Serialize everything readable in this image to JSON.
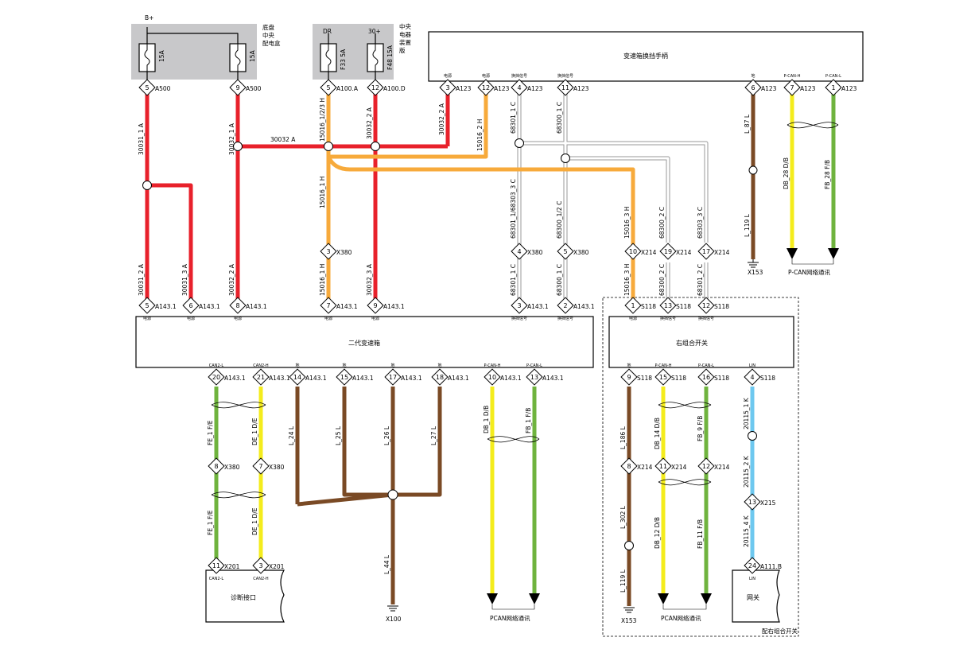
{
  "boxes": {
    "chassis": {
      "title_lines": [
        "底盘",
        "中央",
        "配电盒"
      ],
      "bplus": "B+"
    },
    "center": {
      "title_lines": [
        "中央",
        "电器",
        "装置",
        "版"
      ],
      "dr": "DR",
      "v30": "30+"
    },
    "shifter": {
      "title": "变速箱换挡手柄"
    },
    "tcu": {
      "title": "二代变速箱"
    },
    "rcs": {
      "title": "右组合开关"
    },
    "diag": {
      "title": "诊断接口"
    },
    "gateway": {
      "title": "网关"
    },
    "option": {
      "label": "配右组合开关"
    }
  },
  "fuses": [
    {
      "id": "f1",
      "value": "15A"
    },
    {
      "id": "f2",
      "value": "15A"
    },
    {
      "id": "f3",
      "value": "F33 5A"
    },
    {
      "id": "f4",
      "value": "F48 15A"
    }
  ],
  "pins": [
    {
      "id": "p5a",
      "n": "5",
      "conn": "A500"
    },
    {
      "id": "p9a",
      "n": "9",
      "conn": "A500"
    },
    {
      "id": "p5b",
      "n": "5",
      "conn": "A100.A"
    },
    {
      "id": "p12b",
      "n": "12",
      "conn": "A100.D"
    },
    {
      "id": "sh3",
      "n": "3",
      "conn": "A123",
      "func": "电源"
    },
    {
      "id": "sh12",
      "n": "12",
      "conn": "A123",
      "func": "电源"
    },
    {
      "id": "sh4",
      "n": "4",
      "conn": "A123",
      "func": "换挡信号"
    },
    {
      "id": "sh11",
      "n": "11",
      "conn": "A123",
      "func": "换挡信号"
    },
    {
      "id": "sh6",
      "n": "6",
      "conn": "A123",
      "func": "地"
    },
    {
      "id": "sh7",
      "n": "7",
      "conn": "A123",
      "func": "P-CAN-H"
    },
    {
      "id": "sh1",
      "n": "1",
      "conn": "A123",
      "func": "P-CAN-L"
    },
    {
      "id": "x3a",
      "n": "3",
      "conn": "X380"
    },
    {
      "id": "x4a",
      "n": "4",
      "conn": "X380"
    },
    {
      "id": "x5a",
      "n": "5",
      "conn": "X380"
    },
    {
      "id": "x10",
      "n": "10",
      "conn": "X214"
    },
    {
      "id": "x19",
      "n": "19",
      "conn": "X214"
    },
    {
      "id": "x17",
      "n": "17",
      "conn": "X214"
    },
    {
      "id": "t5",
      "n": "5",
      "conn": "A143.1",
      "func": "电源"
    },
    {
      "id": "t6",
      "n": "6",
      "conn": "A143.1",
      "func": "电源"
    },
    {
      "id": "t8",
      "n": "8",
      "conn": "A143.1",
      "func": "电源"
    },
    {
      "id": "t7",
      "n": "7",
      "conn": "A143.1",
      "func": "电源"
    },
    {
      "id": "t9",
      "n": "9",
      "conn": "A143.1",
      "func": "电源"
    },
    {
      "id": "t3",
      "n": "3",
      "conn": "A143.1",
      "func": "换挡信号"
    },
    {
      "id": "t2",
      "n": "2",
      "conn": "A143.1",
      "func": "换挡信号"
    },
    {
      "id": "s1",
      "n": "1",
      "conn": "S118",
      "func": "电源"
    },
    {
      "id": "s13",
      "n": "13",
      "conn": "S118",
      "func": "换挡信号"
    },
    {
      "id": "s12",
      "n": "12",
      "conn": "S118",
      "func": "换挡信号"
    },
    {
      "id": "t20",
      "n": "20",
      "conn": "A143.1",
      "func": "CAN2-L"
    },
    {
      "id": "t21",
      "n": "21",
      "conn": "A143.1",
      "func": "CAN2-H"
    },
    {
      "id": "t14",
      "n": "14",
      "conn": "A143.1",
      "func": "地"
    },
    {
      "id": "t15",
      "n": "15",
      "conn": "A143.1",
      "func": "地"
    },
    {
      "id": "t17",
      "n": "17",
      "conn": "A143.1",
      "func": "地"
    },
    {
      "id": "t18",
      "n": "18",
      "conn": "A143.1",
      "func": "地"
    },
    {
      "id": "t10",
      "n": "10",
      "conn": "A143.1",
      "func": "P-CAN-H"
    },
    {
      "id": "t13",
      "n": "13",
      "conn": "A143.1",
      "func": "P-CAN-L"
    },
    {
      "id": "s9",
      "n": "9",
      "conn": "S118",
      "func": "地"
    },
    {
      "id": "s15",
      "n": "15",
      "conn": "S118",
      "func": "P-CAN-H"
    },
    {
      "id": "s16",
      "n": "16",
      "conn": "S118",
      "func": "P-CAN-L"
    },
    {
      "id": "s4",
      "n": "4",
      "conn": "S118",
      "func": "LIN"
    },
    {
      "id": "x8a",
      "n": "8",
      "conn": "X380"
    },
    {
      "id": "x7a",
      "n": "7",
      "conn": "X380"
    },
    {
      "id": "x8b",
      "n": "8",
      "conn": "X214"
    },
    {
      "id": "x11",
      "n": "11",
      "conn": "X214"
    },
    {
      "id": "x12",
      "n": "12",
      "conn": "X214"
    },
    {
      "id": "x13",
      "n": "13",
      "conn": "X215"
    },
    {
      "id": "d11",
      "n": "11",
      "conn": "X201",
      "func": "CAN2-L"
    },
    {
      "id": "d3",
      "n": "3",
      "conn": "X201",
      "func": "CAN2-H"
    },
    {
      "id": "g24",
      "n": "24",
      "conn": "A111.B",
      "func": "LIN"
    }
  ],
  "wire_labels": [
    {
      "id": "w1",
      "text": "30031_1  A"
    },
    {
      "id": "w2",
      "text": "30032_1  A"
    },
    {
      "id": "w3",
      "text": "30032  A"
    },
    {
      "id": "w4",
      "text": "15016_1/2/3  H"
    },
    {
      "id": "w5",
      "text": "30032_2  A"
    },
    {
      "id": "w6",
      "text": "30032_2  A"
    },
    {
      "id": "w7",
      "text": "15016_2  H"
    },
    {
      "id": "w8",
      "text": "68301_1  C"
    },
    {
      "id": "w9",
      "text": "68300_1  C"
    },
    {
      "id": "w10",
      "text": "L_87  L"
    },
    {
      "id": "w11",
      "text": "DB_28  D/B"
    },
    {
      "id": "w12",
      "text": "FB_28  F/B"
    },
    {
      "id": "w13",
      "text": "15016_1  H"
    },
    {
      "id": "w14",
      "text": "68301_1/68303_3  C"
    },
    {
      "id": "w15",
      "text": "68300_1/2  C"
    },
    {
      "id": "w16",
      "text": "15016_3  H"
    },
    {
      "id": "w17",
      "text": "68300_2  C"
    },
    {
      "id": "w18",
      "text": "68303_3  C"
    },
    {
      "id": "w19",
      "text": "L_119  L"
    },
    {
      "id": "w20",
      "text": "30031_2  A"
    },
    {
      "id": "w21",
      "text": "30031_3  A"
    },
    {
      "id": "w22",
      "text": "30032_2  A"
    },
    {
      "id": "w23",
      "text": "15016_1  H"
    },
    {
      "id": "w24",
      "text": "30032_3  A"
    },
    {
      "id": "w25",
      "text": "68301_1  C"
    },
    {
      "id": "w26",
      "text": "68300_1  C"
    },
    {
      "id": "w27",
      "text": "15016_3  H"
    },
    {
      "id": "w28",
      "text": "68300_2  C"
    },
    {
      "id": "w29",
      "text": "68301_2  C"
    },
    {
      "id": "w30",
      "text": "FE_1  F/E"
    },
    {
      "id": "w31",
      "text": "DE_1  D/E"
    },
    {
      "id": "w32",
      "text": "L_24  L"
    },
    {
      "id": "w33",
      "text": "L_25  L"
    },
    {
      "id": "w34",
      "text": "L_26  L"
    },
    {
      "id": "w35",
      "text": "L_27  L"
    },
    {
      "id": "w36",
      "text": "DB_1  D/B"
    },
    {
      "id": "w37",
      "text": "FB_1  F/B"
    },
    {
      "id": "w38",
      "text": "L_186  L"
    },
    {
      "id": "w39",
      "text": "DB_14  D/B"
    },
    {
      "id": "w40",
      "text": "FB_9  F/B"
    },
    {
      "id": "w41",
      "text": "20115_1  K"
    },
    {
      "id": "w42",
      "text": "FE_1  F/E"
    },
    {
      "id": "w43",
      "text": "DE_1  D/E"
    },
    {
      "id": "w44",
      "text": "L_302  L"
    },
    {
      "id": "w45",
      "text": "DB_12  D/B"
    },
    {
      "id": "w46",
      "text": "FB_11  F/B"
    },
    {
      "id": "w47",
      "text": "20115_2  K"
    },
    {
      "id": "w48",
      "text": "20115_4  K"
    },
    {
      "id": "w49",
      "text": "L_44  L"
    },
    {
      "id": "w50",
      "text": "L_119  L"
    }
  ],
  "grounds": [
    {
      "id": "g1",
      "label": "X153"
    },
    {
      "id": "g2",
      "label": "X100"
    },
    {
      "id": "g3",
      "label": "X153"
    }
  ],
  "net_labels": [
    {
      "id": "n1",
      "text": "P-CAN网络通讯"
    },
    {
      "id": "n2",
      "text": "PCAN网络通讯"
    },
    {
      "id": "n3",
      "text": "PCAN网络通讯"
    }
  ],
  "colors": {
    "red": "#e8212b",
    "orange": "#f7aa3b",
    "brown": "#7a4a25",
    "yellow": "#f4ec1c",
    "green": "#6fb33e",
    "blue": "#6ec8ef",
    "white_wire": "#9a9a9a",
    "box_gray": "#c8c8ca"
  }
}
